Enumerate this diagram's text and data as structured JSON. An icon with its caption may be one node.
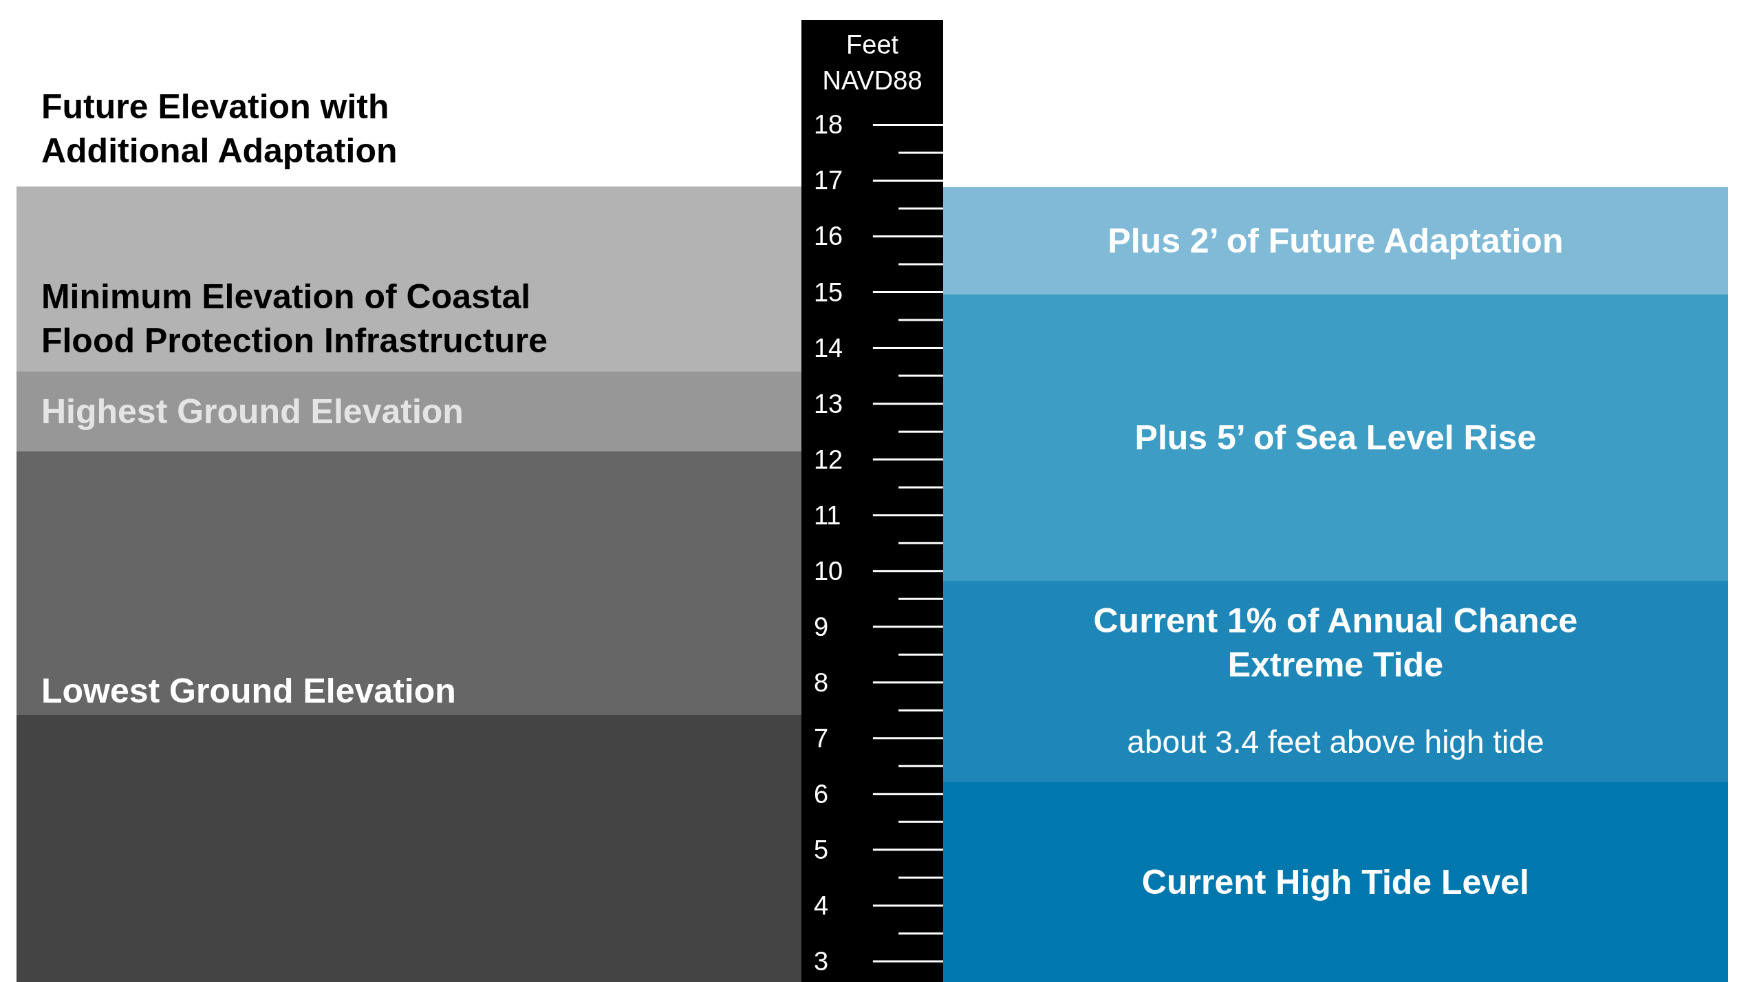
{
  "diagram": {
    "nodes": [
      {
        "text": [
          "Minimum Elevation of Coastal Flood Protection Infrastructure"
        ]
      },
      {
        "text": [
          "Highest Ground Elevation"
        ]
      },
      {
        "text": [
          "Lowest Ground Elevation"
        ]
      },
      {
        "text": [],
        "shape": "box"
      },
      {
        "text": [
          "Plus 2’ of Future Adaptation"
        ]
      },
      {
        "text": [
          "Plus 5’ of Sea Level Rise"
        ]
      },
      {
        "text": [
          "Current 1% of Annual Chance Extreme Tide",
          "about 3.4 feet above high tide"
        ]
      },
      {
        "text": [
          "Current High Tide Level"
        ]
      }
    ],
    "edges": [],
    "labels": [
      "Future Elevation with Additional Adaptation",
      "Feet NAVD88",
      "18",
      "17",
      "16",
      "15",
      "14",
      "13",
      "12",
      "11",
      "10",
      "9",
      "8",
      "7",
      "6",
      "5",
      "4",
      "3"
    ]
  }
}
